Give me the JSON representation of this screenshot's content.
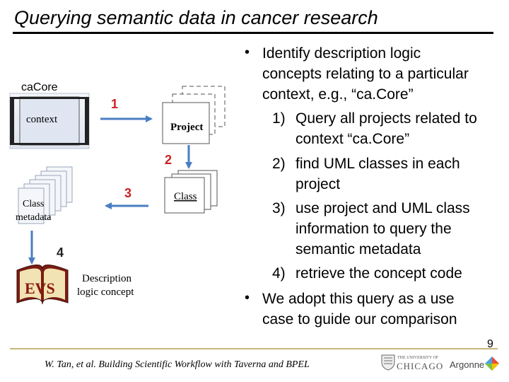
{
  "slide": {
    "title": "Querying semantic data in cancer research",
    "footer": "W. Tan, et al. Building Scientific Workflow with Taverna and BPEL",
    "page_number": "9"
  },
  "bullets": {
    "b1": {
      "line1": "Identify description logic",
      "line2": "concepts relating to a particular",
      "line3": "context, e.g., “ca.Core”"
    },
    "steps": [
      {
        "num": "1)",
        "line1": "Query all projects related to",
        "line2": "context “ca.Core”"
      },
      {
        "num": "2)",
        "line1": "find UML classes in each",
        "line2": "project"
      },
      {
        "num": "3)",
        "line1": "use project and UML class",
        "line2": "information to query the",
        "line3": "semantic metadata"
      },
      {
        "num": "4)",
        "line1": "retrieve the concept code"
      }
    ],
    "b2": {
      "line1": "We adopt this query as a use",
      "line2": "case to guide our comparison"
    }
  },
  "diagram": {
    "cacore_label": "caCore",
    "context_label": "context",
    "project_label": "Project",
    "class_label": "Class",
    "metadata_label1": "Class",
    "metadata_label2": "metadata",
    "evs_label": "EVS",
    "desc_line1": "Description",
    "desc_line2": "logic concept",
    "step1": "1",
    "step2": "2",
    "step3": "3",
    "step4": "4"
  },
  "logos": {
    "chicago_line1": "THE UNIVERSITY OF",
    "chicago_line2": "CHICAGO",
    "argonne": "Argonne"
  },
  "colors": {
    "step_badge_red": "#cc2222",
    "arrow_blue": "#4a7ec2",
    "footer_rule": "#c8b67a"
  }
}
